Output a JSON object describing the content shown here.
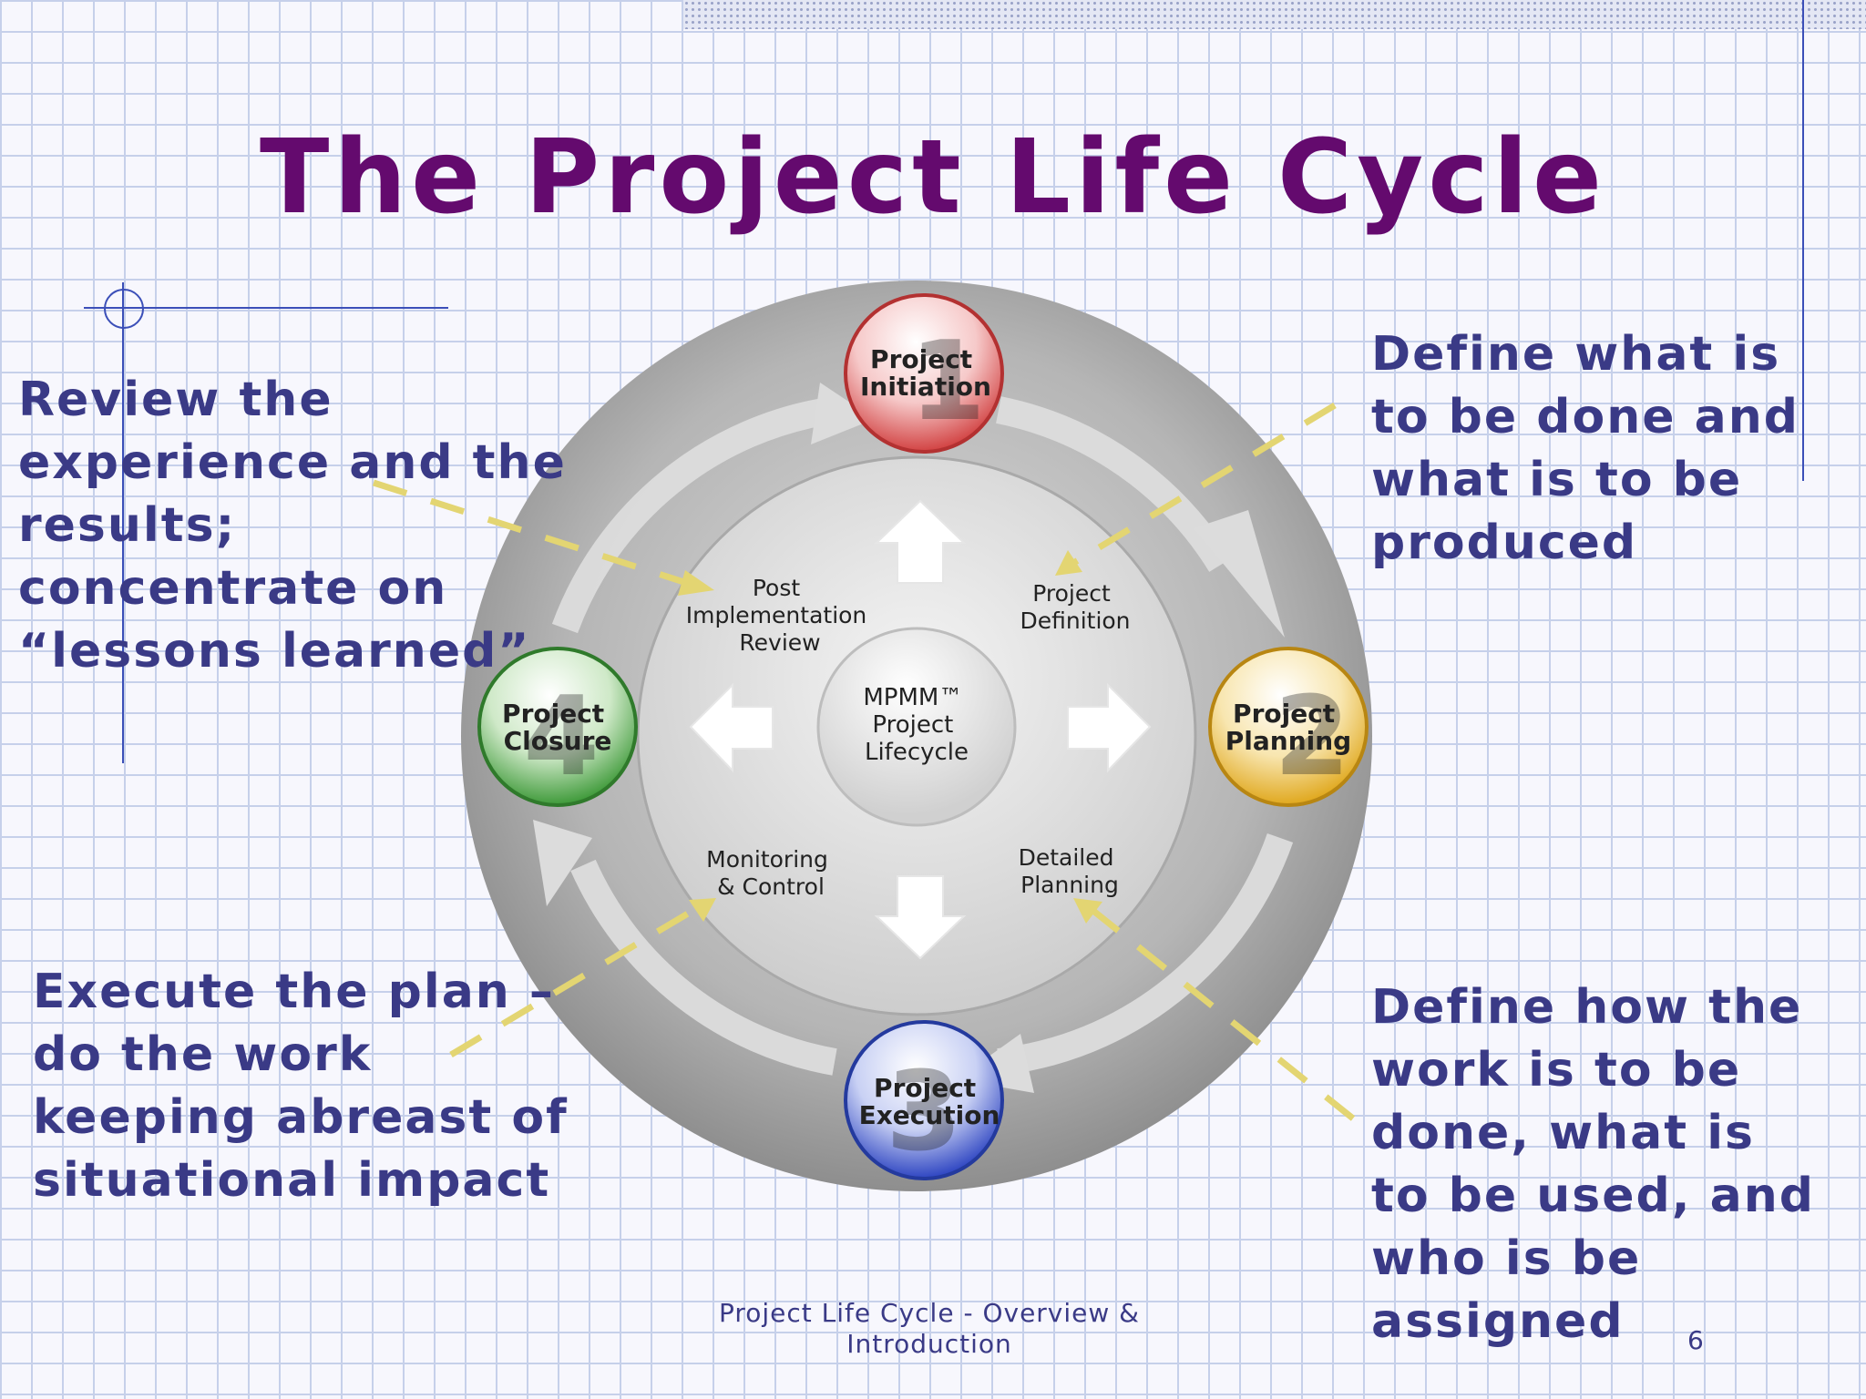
{
  "slide": {
    "title": "The Project Life Cycle",
    "footer_line1": "Project Life Cycle - Overview &",
    "footer_line2": "Introduction",
    "page_number": "6"
  },
  "captions": {
    "top_left": [
      "Review the",
      "experience and the",
      "results;",
      "concentrate on",
      "“lessons learned”"
    ],
    "bottom_left": [
      "Execute the plan –",
      "do the work",
      "keeping abreast of",
      "situational impact"
    ],
    "top_right": [
      "Define what is",
      "to be done and",
      "what is to be",
      "produced"
    ],
    "bottom_right": [
      "Define how the",
      "work is to be",
      "done, what is",
      "to be used, and",
      "who is be",
      "assigned"
    ]
  },
  "diagram": {
    "center": [
      "MPMM™",
      "Project",
      "Lifecycle"
    ],
    "phases": [
      {
        "number": "1",
        "line1": "Project",
        "line2": "Initiation",
        "color": "#e45a5a"
      },
      {
        "number": "2",
        "line1": "Project",
        "line2": "Planning",
        "color": "#f0c23a"
      },
      {
        "number": "3",
        "line1": "Project",
        "line2": "Execution",
        "color": "#4a63d6"
      },
      {
        "number": "4",
        "line1": "Project",
        "line2": "Closure",
        "color": "#55b04c"
      }
    ],
    "inner_labels": {
      "post_review": [
        "Post",
        "Implementation",
        "Review"
      ],
      "definition": [
        "Project",
        "Definition"
      ],
      "detailed_planning": [
        "Detailed",
        "Planning"
      ],
      "monitoring": [
        "Monitoring",
        "& Control"
      ]
    }
  },
  "colors": {
    "title": "#640a6e",
    "caption": "#3a3a86",
    "pointer": "#e3d572"
  }
}
